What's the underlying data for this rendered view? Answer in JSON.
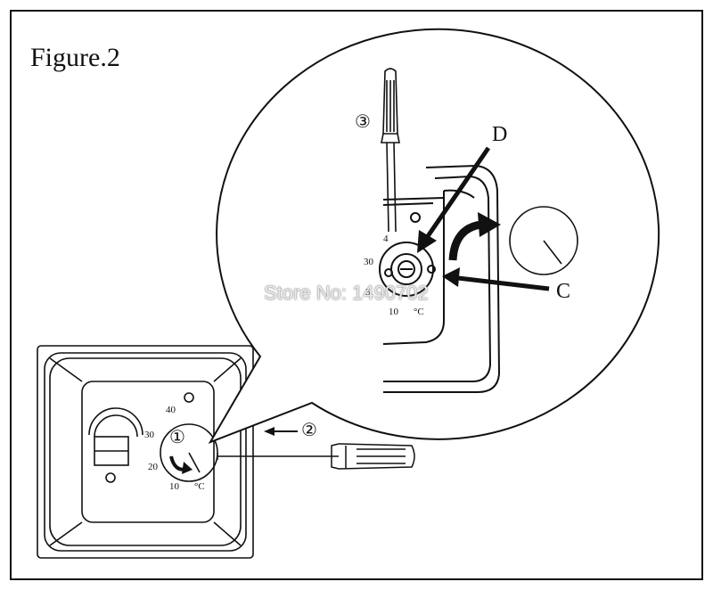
{
  "figure": {
    "title": "Figure.2"
  },
  "labels": {
    "d": "D",
    "c": "C"
  },
  "steps": {
    "one": "①",
    "two": "②",
    "three": "③"
  },
  "scale_small": {
    "s40": "40",
    "s30": "30",
    "s20": "20",
    "s10": "10",
    "unit": "°C"
  },
  "scale_zoom": {
    "s4": "4",
    "s30": "30",
    "s5": "5",
    "s10": "10",
    "unit": "°C"
  },
  "watermark": "Store No: 1490702",
  "colors": {
    "line": "#111111",
    "background": "#ffffff"
  }
}
